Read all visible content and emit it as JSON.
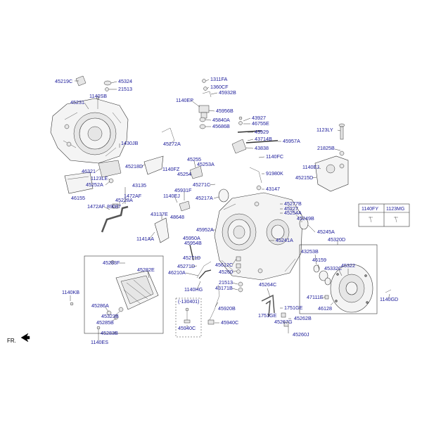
{
  "front_marker": "FR.",
  "inset_label": "(-130401)",
  "table": {
    "col1": "1140FY",
    "col2": "1123MG"
  },
  "labels": [
    {
      "id": "l0",
      "text": "45219C"
    },
    {
      "id": "l1",
      "text": "45324"
    },
    {
      "id": "l2",
      "text": "21513"
    },
    {
      "id": "l3",
      "text": "1140SB"
    },
    {
      "id": "l4",
      "text": "45231"
    },
    {
      "id": "l5",
      "text": "1311FA"
    },
    {
      "id": "l6",
      "text": "1360CF"
    },
    {
      "id": "l7",
      "text": "45932B"
    },
    {
      "id": "l8",
      "text": "1140EP"
    },
    {
      "id": "l9",
      "text": "45956B"
    },
    {
      "id": "l10",
      "text": "43927"
    },
    {
      "id": "l11",
      "text": "46755E"
    },
    {
      "id": "l12",
      "text": "45840A"
    },
    {
      "id": "l13",
      "text": "45686B"
    },
    {
      "id": "l14",
      "text": "1123LY"
    },
    {
      "id": "l15",
      "text": "43929"
    },
    {
      "id": "l16",
      "text": "43714B"
    },
    {
      "id": "l17",
      "text": "45957A"
    },
    {
      "id": "l18",
      "text": "43838"
    },
    {
      "id": "l19",
      "text": "1430JB"
    },
    {
      "id": "l20",
      "text": "45272A"
    },
    {
      "id": "l21",
      "text": "21825B"
    },
    {
      "id": "l22",
      "text": "1140FC"
    },
    {
      "id": "l23",
      "text": "45255"
    },
    {
      "id": "l24",
      "text": "45253A"
    },
    {
      "id": "l25",
      "text": "45218D"
    },
    {
      "id": "l26",
      "text": "1140FZ"
    },
    {
      "id": "l27",
      "text": "45254"
    },
    {
      "id": "l28",
      "text": "1140EJ"
    },
    {
      "id": "l29",
      "text": "46321"
    },
    {
      "id": "l30",
      "text": "91980K"
    },
    {
      "id": "l31",
      "text": "45215D"
    },
    {
      "id": "l32",
      "text": "1123LE"
    },
    {
      "id": "l33",
      "text": "45252A"
    },
    {
      "id": "l34",
      "text": "43135"
    },
    {
      "id": "l35",
      "text": "45271C"
    },
    {
      "id": "l36",
      "text": "43147"
    },
    {
      "id": "l37",
      "text": "45931F"
    },
    {
      "id": "l38",
      "text": "1472AF"
    },
    {
      "id": "l39",
      "text": "1140EJ"
    },
    {
      "id": "l40",
      "text": "46155"
    },
    {
      "id": "l41",
      "text": "45228A"
    },
    {
      "id": "l42",
      "text": "45217A"
    },
    {
      "id": "l43",
      "text": "45277B"
    },
    {
      "id": "l44",
      "text": "1472AF"
    },
    {
      "id": "l45",
      "text": "89087"
    },
    {
      "id": "l46",
      "text": "45227"
    },
    {
      "id": "l47",
      "text": "43137E"
    },
    {
      "id": "l48",
      "text": "48648"
    },
    {
      "id": "l49",
      "text": "45254A"
    },
    {
      "id": "l50",
      "text": "45249B"
    },
    {
      "id": "l51",
      "text": "45952A"
    },
    {
      "id": "l52",
      "text": "45245A"
    },
    {
      "id": "l53",
      "text": "1141AA"
    },
    {
      "id": "l54",
      "text": "45950A"
    },
    {
      "id": "l55",
      "text": "45954B"
    },
    {
      "id": "l56",
      "text": "45241A"
    },
    {
      "id": "l57",
      "text": "45320D"
    },
    {
      "id": "l58",
      "text": "43253B"
    },
    {
      "id": "l59",
      "text": "45283F"
    },
    {
      "id": "l60",
      "text": "45271D"
    },
    {
      "id": "l61",
      "text": "46159"
    },
    {
      "id": "l62",
      "text": "45282E"
    },
    {
      "id": "l63",
      "text": "45271D"
    },
    {
      "id": "l64",
      "text": "45612C"
    },
    {
      "id": "l65",
      "text": "45332C"
    },
    {
      "id": "l66",
      "text": "45322"
    },
    {
      "id": "l67",
      "text": "46210A"
    },
    {
      "id": "l68",
      "text": "45260"
    },
    {
      "id": "l69",
      "text": "21513"
    },
    {
      "id": "l70",
      "text": "1140KB"
    },
    {
      "id": "l71",
      "text": "1140HG"
    },
    {
      "id": "l72",
      "text": "43171B"
    },
    {
      "id": "l73",
      "text": "45264C"
    },
    {
      "id": "l74",
      "text": "47111E"
    },
    {
      "id": "l75",
      "text": "1140GD"
    },
    {
      "id": "l76",
      "text": "45286A"
    },
    {
      "id": "l77",
      "text": "46128"
    },
    {
      "id": "l78",
      "text": "45323B"
    },
    {
      "id": "l79",
      "text": "45920B"
    },
    {
      "id": "l80",
      "text": "1751GE"
    },
    {
      "id": "l81",
      "text": "1751GE"
    },
    {
      "id": "l82",
      "text": "45262B"
    },
    {
      "id": "l83",
      "text": "45285B"
    },
    {
      "id": "l84",
      "text": "45940C"
    },
    {
      "id": "l85",
      "text": "45940C"
    },
    {
      "id": "l86",
      "text": "45267G"
    },
    {
      "id": "l87",
      "text": "45283B"
    },
    {
      "id": "l88",
      "text": "45260J"
    },
    {
      "id": "l89",
      "text": "1140ES"
    }
  ]
}
